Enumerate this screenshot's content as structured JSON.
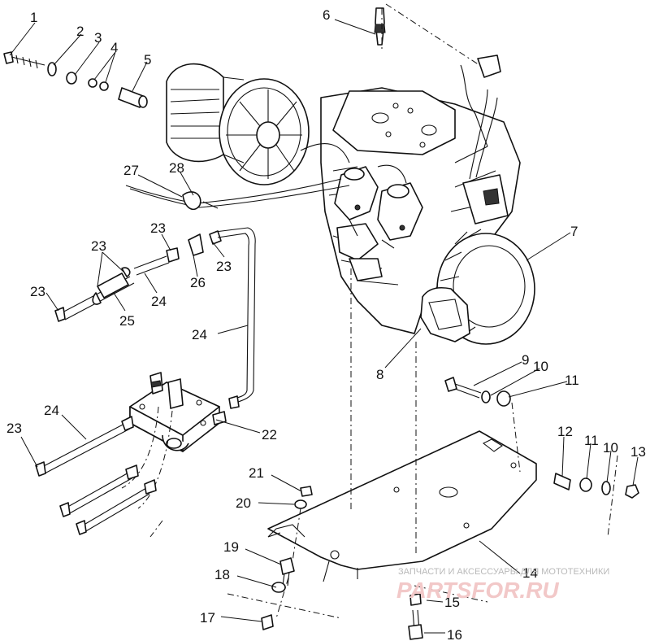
{
  "diagram": {
    "callouts": [
      "1",
      "2",
      "3",
      "4",
      "5",
      "6",
      "7",
      "8",
      "9",
      "10",
      "11",
      "12",
      "11",
      "10",
      "13",
      "14",
      "15",
      "16",
      "17",
      "18",
      "19",
      "20",
      "21",
      "22",
      "23",
      "23",
      "23",
      "23",
      "23",
      "24",
      "24",
      "24",
      "25",
      "26",
      "27",
      "28"
    ]
  },
  "watermark": {
    "tagline": "ЗАПЧАСТИ И АКСЕССУАРЫ ДЛЯ МОТОТЕХНИКИ",
    "brand": "PARTSFOR.RU"
  }
}
